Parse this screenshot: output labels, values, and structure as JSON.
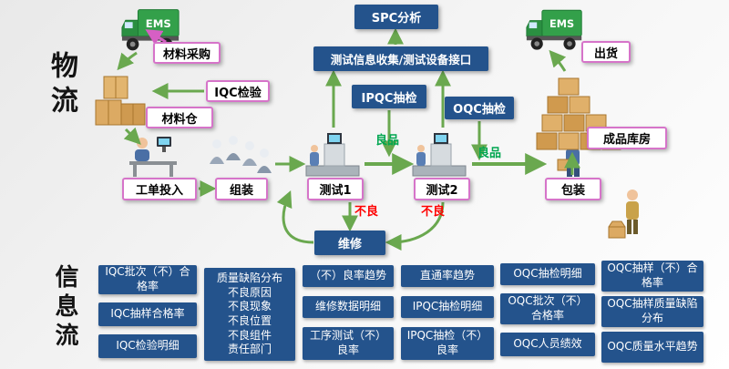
{
  "lanes": {
    "material_flow": "物流",
    "info_flow": "信息流"
  },
  "colors": {
    "blue_box": "#24538c",
    "pink_border": "#d674c9",
    "arrow_green": "#6aa84f",
    "arrow_pink": "#d65fc4",
    "good_text": "#00a650",
    "bad_text": "#ff0000"
  },
  "process": {
    "ems": "EMS",
    "material_purchase": "材料采购",
    "iqc_inspection": "IQC检验",
    "material_warehouse": "材料仓",
    "work_order": "工单投入",
    "assembly": "组装",
    "test1": "测试1",
    "test2": "测试2",
    "packaging": "包装",
    "finished_warehouse": "成品库房",
    "shipment": "出货",
    "spc": "SPC分析",
    "test_info": "测试信息收集/测试设备接口",
    "ipqc": "IPQC抽检",
    "oqc": "OQC抽检",
    "repair": "维修",
    "good1": "良品",
    "good2": "良品",
    "bad1": "不良",
    "bad2": "不良"
  },
  "info_grid": {
    "col1": [
      "IQC批次（不）合格率",
      "IQC抽样合格率",
      "IQC检验明细"
    ],
    "col2_lines": [
      "质量缺陷分布",
      "不良原因",
      "不良现象",
      "不良位置",
      "不良组件",
      "责任部门"
    ],
    "col3": [
      "（不）良率趋势",
      "维修数据明细",
      "工序测试（不）良率"
    ],
    "col4": [
      "直通率趋势",
      "IPQC抽检明细",
      "IPQC抽检（不）良率"
    ],
    "col5": [
      "OQC抽检明细",
      "OQC批次（不）合格率",
      "OQC人员绩效"
    ],
    "col6": [
      "OQC抽样（不）合格率",
      "OQC抽样质量缺陷分布",
      "OQC质量水平趋势"
    ]
  }
}
